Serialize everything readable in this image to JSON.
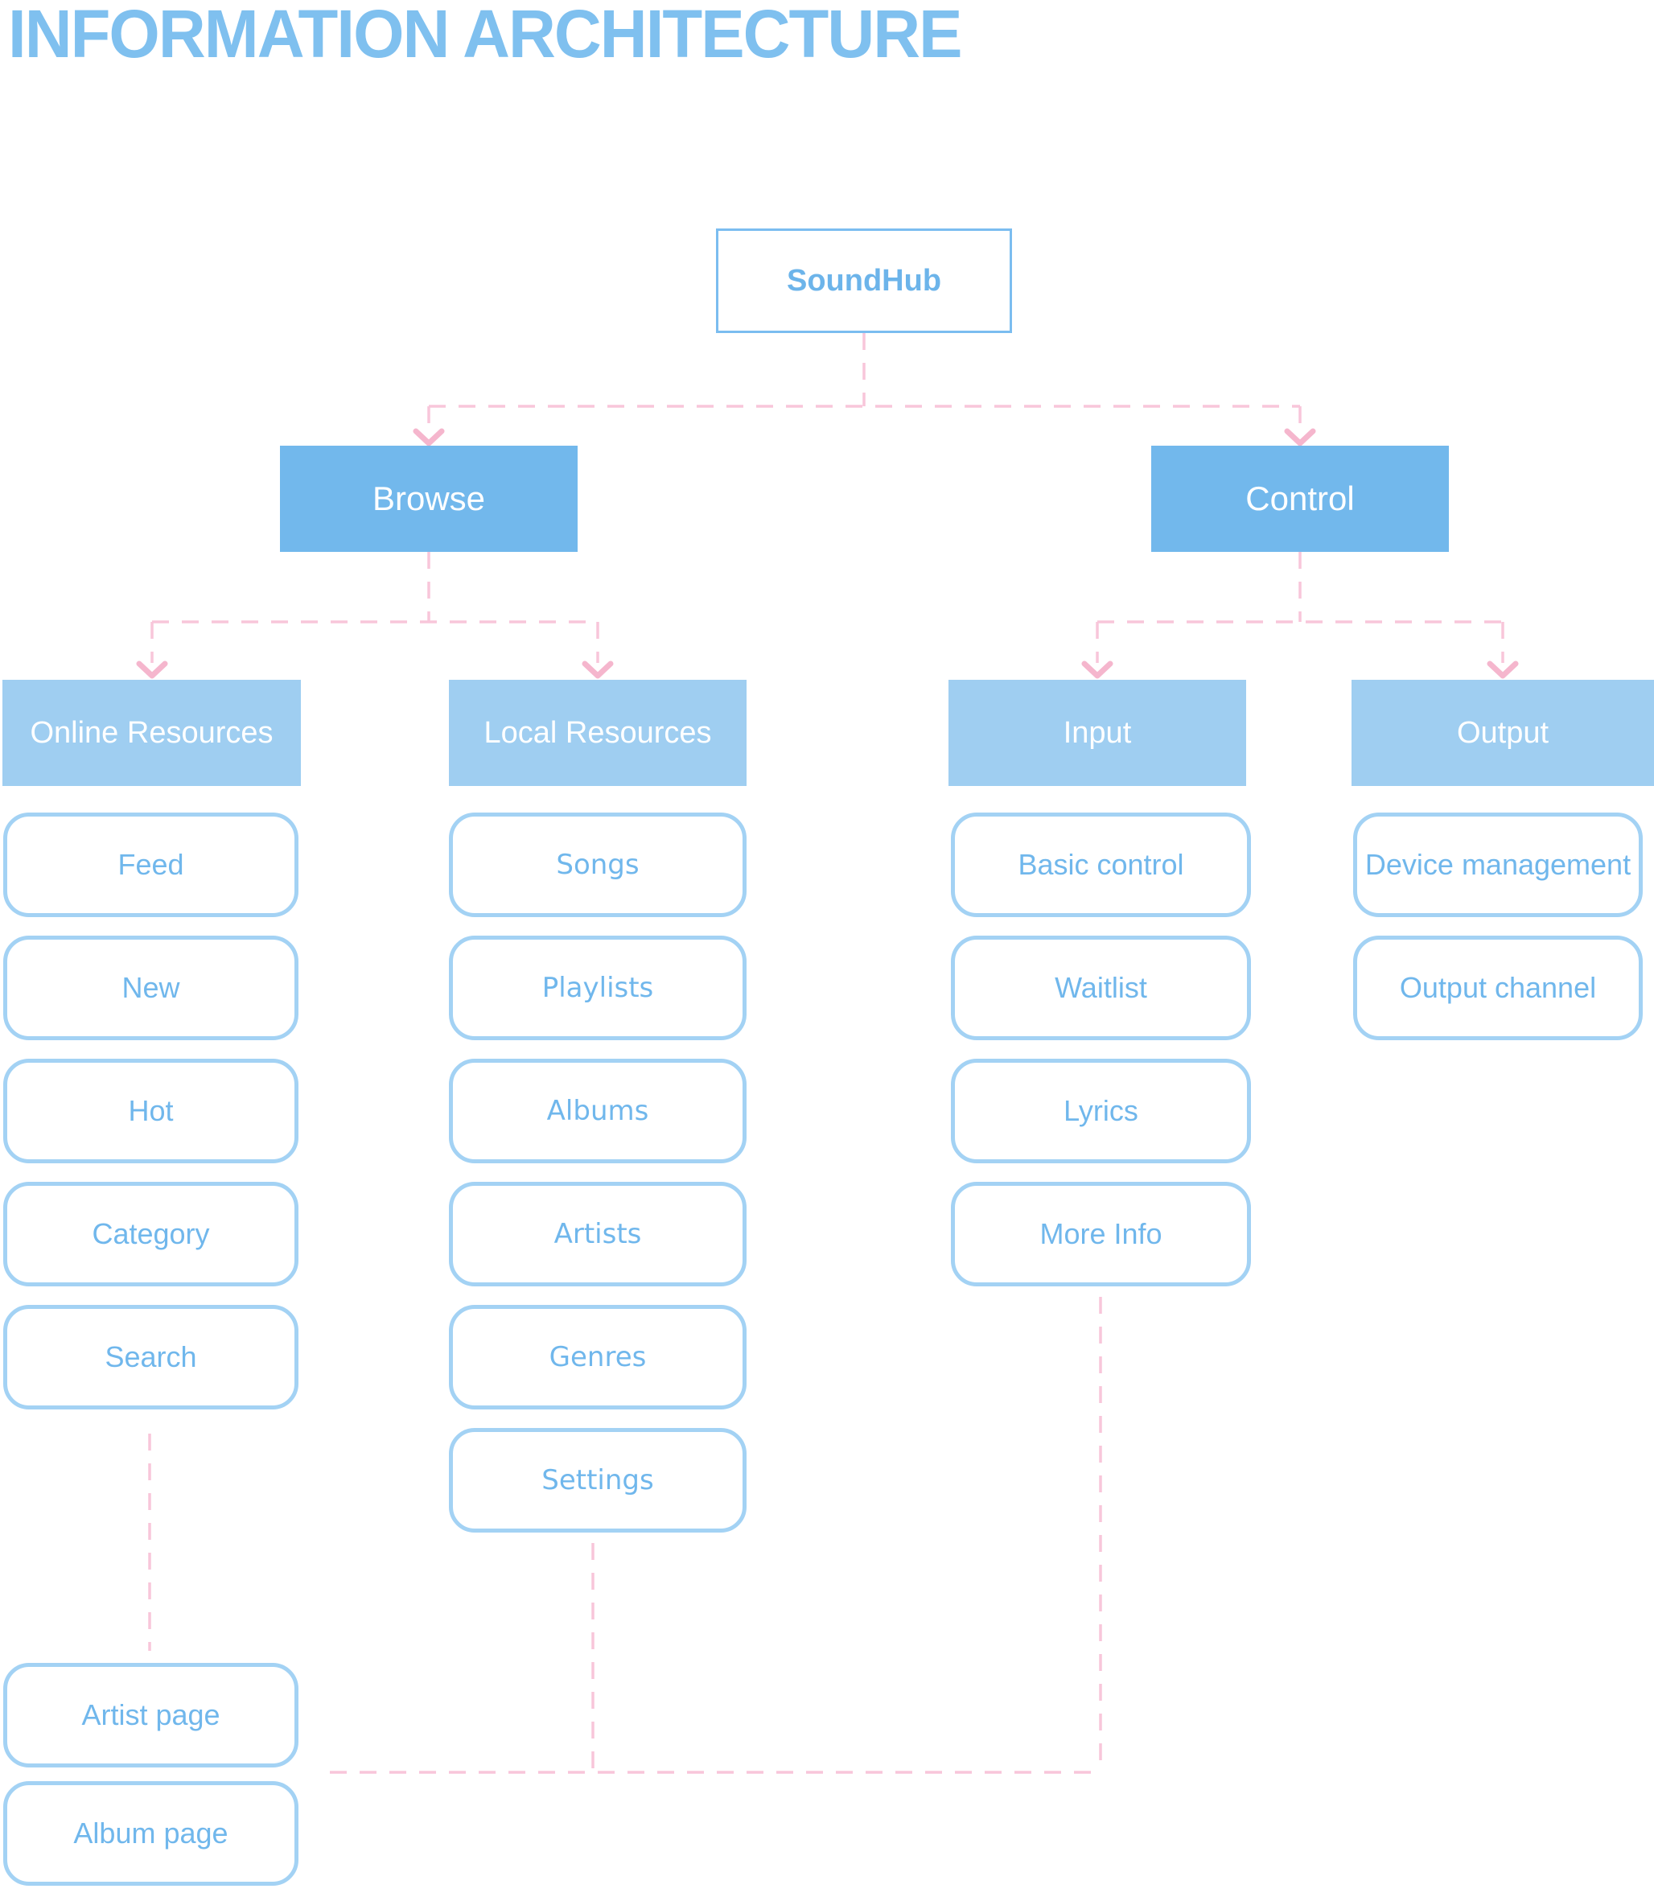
{
  "title": "INFORMATION ARCHITECTURE",
  "colors": {
    "title_text": "#7fc0ef",
    "primary_node_fill": "#72b8ec",
    "secondary_node_fill": "#9fcef1",
    "leaf_node_border": "#a3d2f4",
    "leaf_node_text": "#70b7ec",
    "root_node_border": "#7bbdf0",
    "root_node_text": "#6cb4ea",
    "connector_pink": "#f8c6da",
    "arrow_pink": "#f5b6cd",
    "node_label_white": "#ffffff"
  },
  "nodes": {
    "root": "SoundHub",
    "browse": "Browse",
    "control": "Control",
    "online_resources": "Online Resources",
    "local_resources": "Local Resources",
    "input": "Input",
    "output": "Output"
  },
  "columns": {
    "online_resources": [
      "Feed",
      "New",
      "Hot",
      "Category",
      "Search"
    ],
    "local_resources": [
      "Songs",
      "Playlists",
      "Albums",
      "Artists",
      "Genres",
      "Settings"
    ],
    "input": [
      "Basic control",
      "Waitlist",
      "Lyrics",
      "More Info"
    ],
    "output": [
      "Device management",
      "Output channel"
    ]
  },
  "detail_pages": [
    "Artist page",
    "Album page"
  ]
}
